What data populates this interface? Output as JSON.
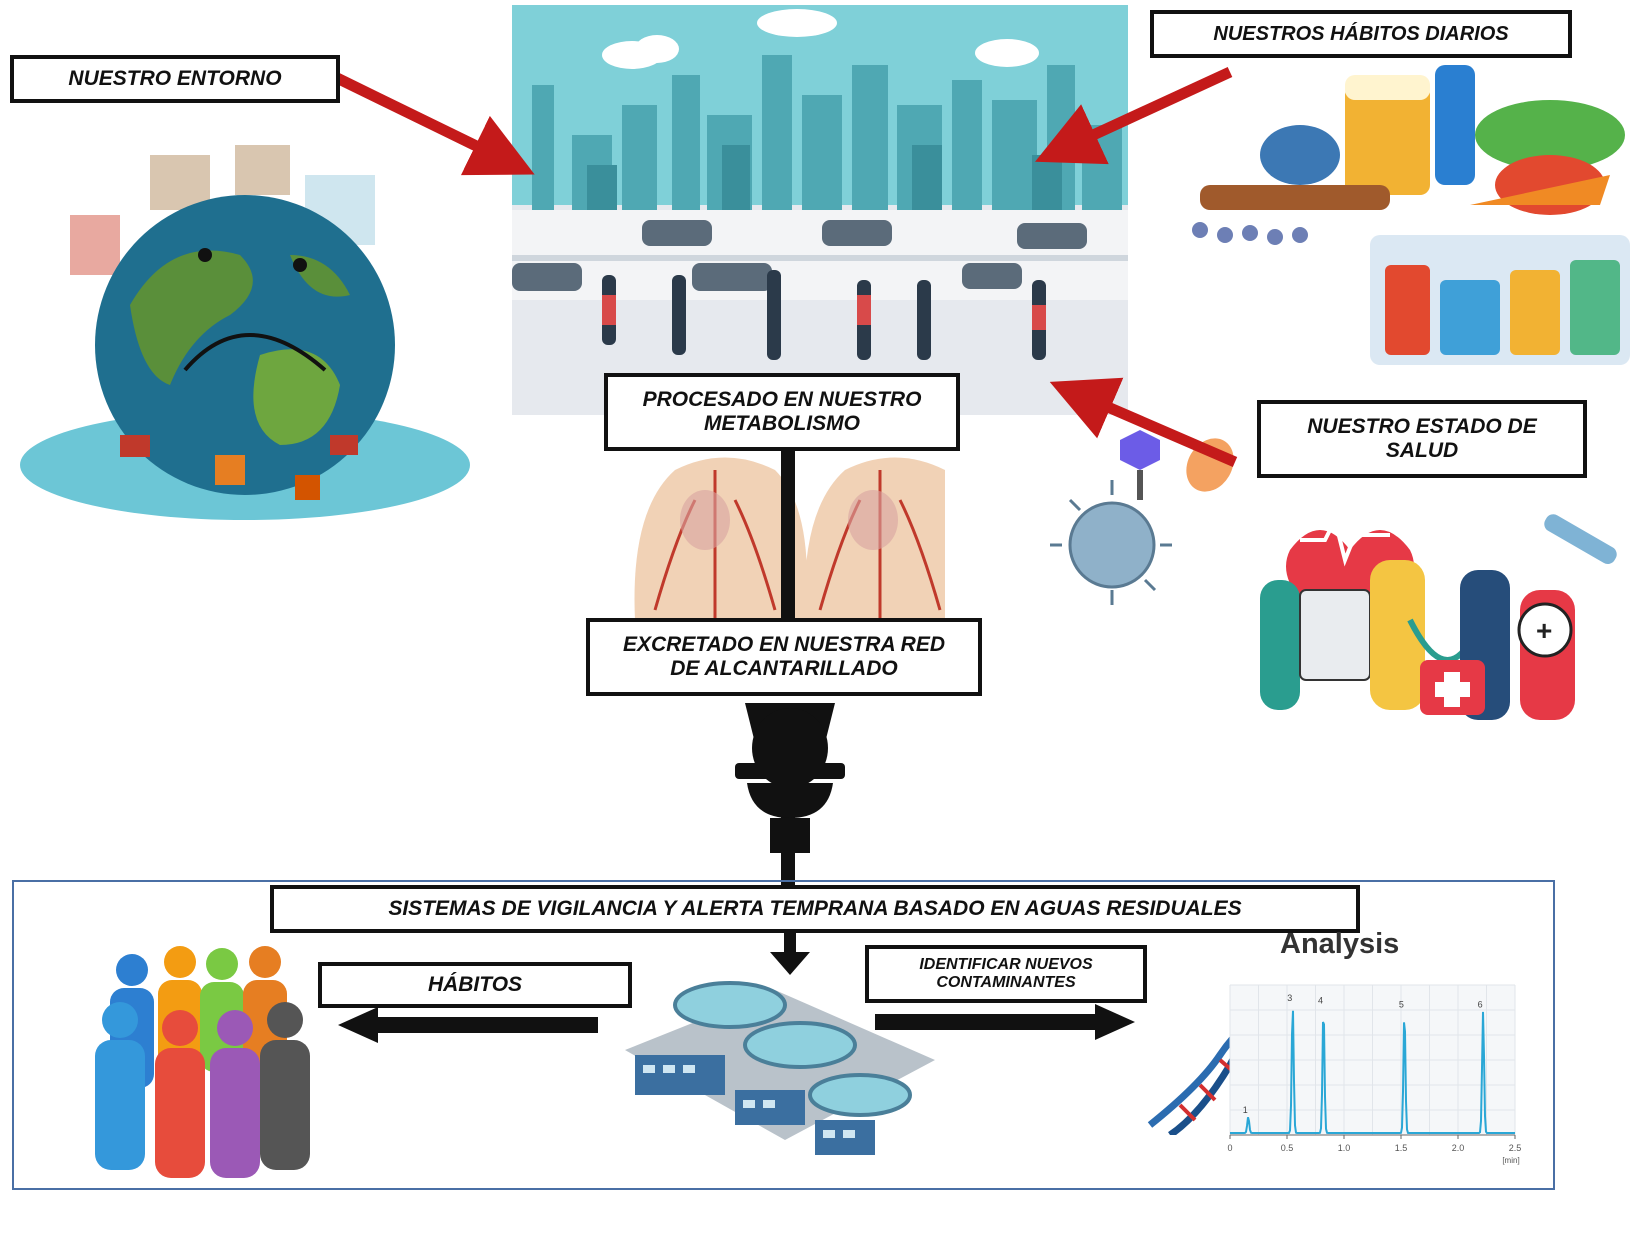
{
  "labels": {
    "entorno": "NUESTRO ENTORNO",
    "habitos_diarios": "NUESTROS HÁBITOS DIARIOS",
    "estado_salud": "NUESTRO ESTADO DE SALUD",
    "metabolismo": "PROCESADO EN NUESTRO METABOLISMO",
    "excretado": "EXCRETADO EN NUESTRA RED DE ALCANTARILLADO",
    "sistemas": "SISTEMAS DE VIGILANCIA Y ALERTA TEMPRANA BASADO EN AGUAS RESIDUALES",
    "habitos": "HÁBITOS",
    "identificar": "IDENTIFICAR NUEVOS CONTAMINANTES"
  },
  "analysis": {
    "title": "Analysis",
    "x_ticks": [
      "0",
      "0.5",
      "1.0",
      "1.5",
      "2.0",
      "2.5"
    ],
    "x_unit": "[min]",
    "peaks": [
      {
        "label": "1",
        "t": 0.16,
        "h": 0.12
      },
      {
        "label": "3",
        "t": 0.55,
        "h": 0.95
      },
      {
        "label": "4",
        "t": 0.82,
        "h": 0.93
      },
      {
        "label": "5",
        "t": 1.53,
        "h": 0.9
      },
      {
        "label": "6",
        "t": 2.22,
        "h": 0.9
      }
    ],
    "xlim": [
      0,
      2.5
    ]
  },
  "colors": {
    "arrow_red": "#c41a1a",
    "sky": "#7fd0d8",
    "frame": "#4a6fa5"
  }
}
